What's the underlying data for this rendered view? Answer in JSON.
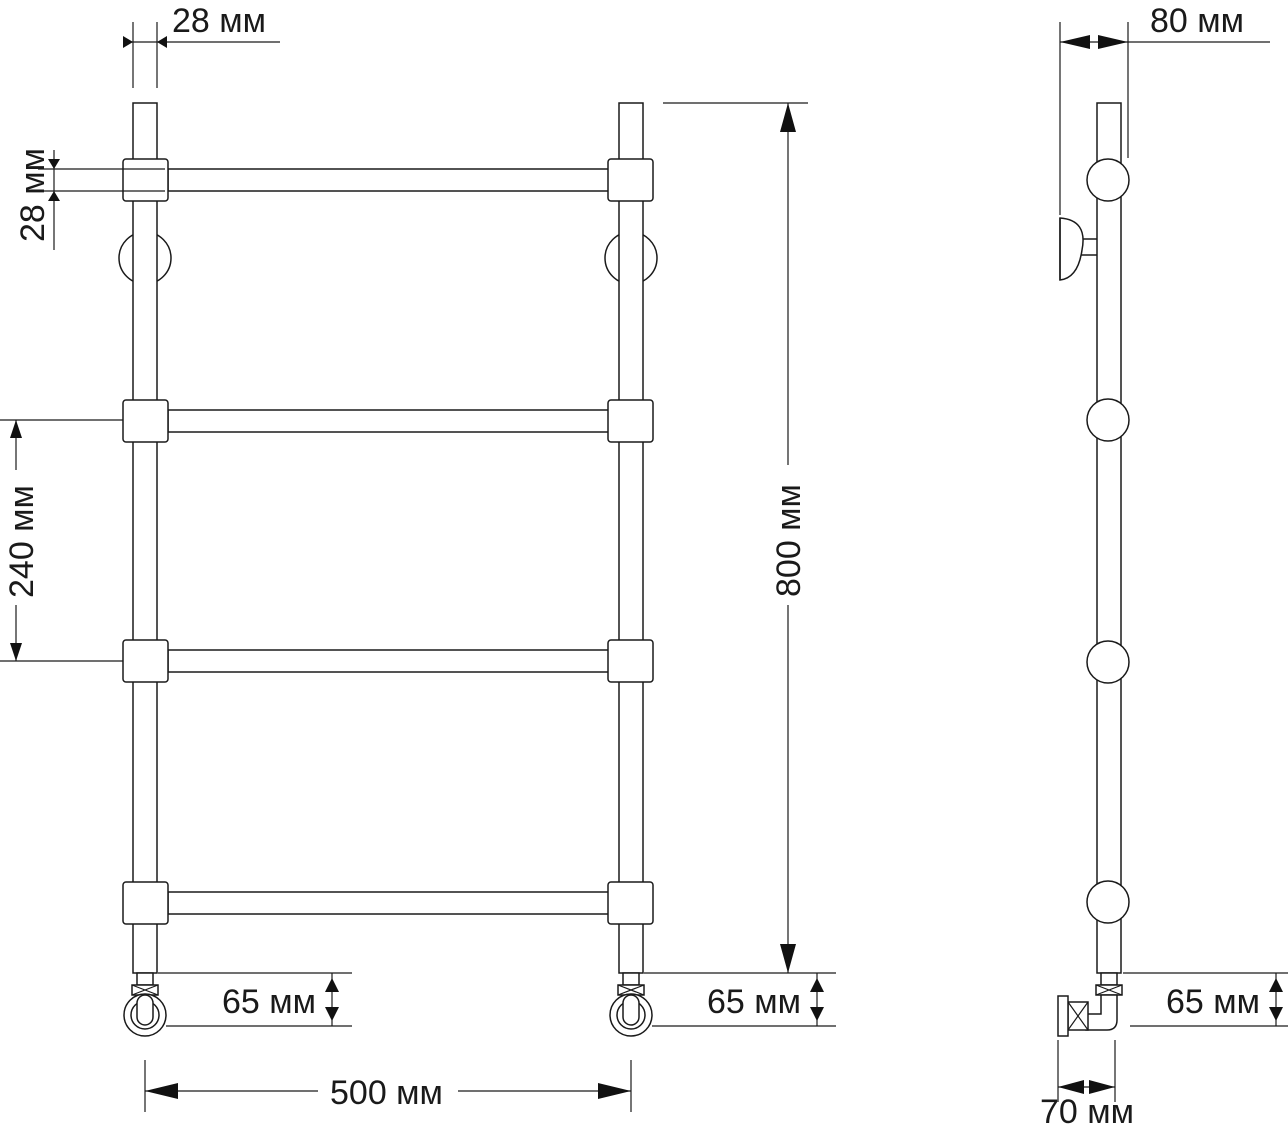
{
  "dimensions": {
    "top_tube_diameter": "28 мм",
    "rail_tube_diameter": "28 мм",
    "rail_spacing": "240 мм",
    "total_height": "800 мм",
    "connection_height_left": "65 мм",
    "connection_height_right": "65 мм",
    "center_distance": "500 мм",
    "side_wall_distance": "80 мм",
    "side_connection_height": "65 мм",
    "side_pipe_offset": "70 мм"
  }
}
